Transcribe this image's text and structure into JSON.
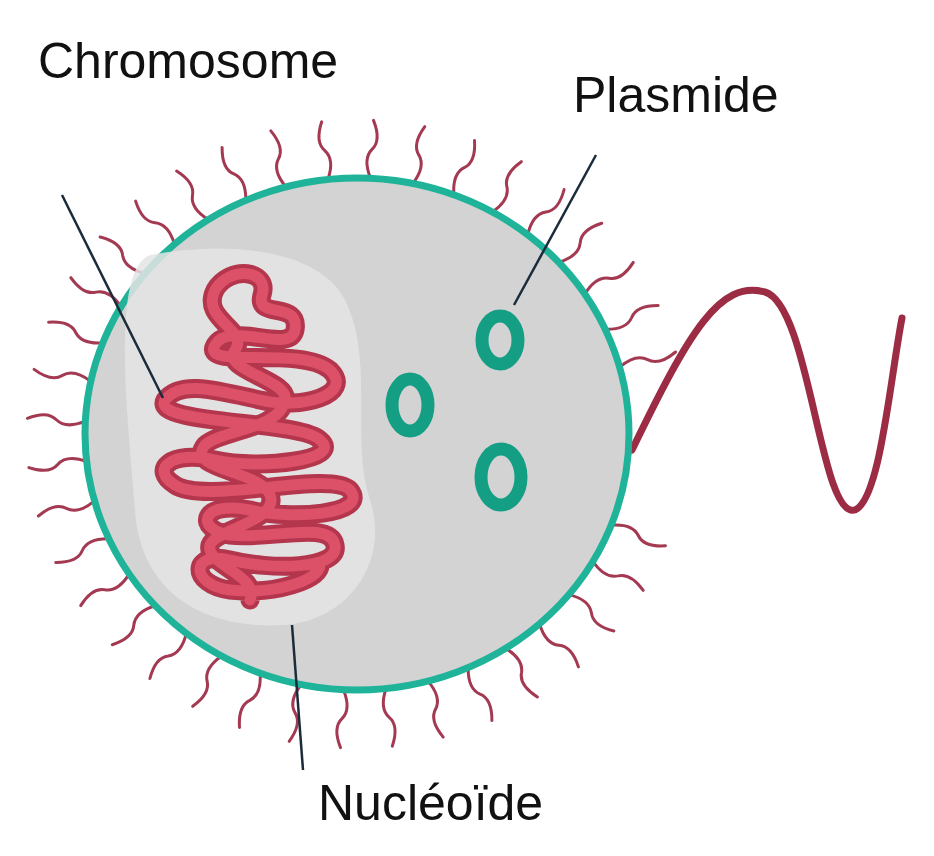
{
  "diagram": {
    "labels": [
      "Chromosome",
      "Plasmide",
      "Nucléoïde"
    ]
  }
}
